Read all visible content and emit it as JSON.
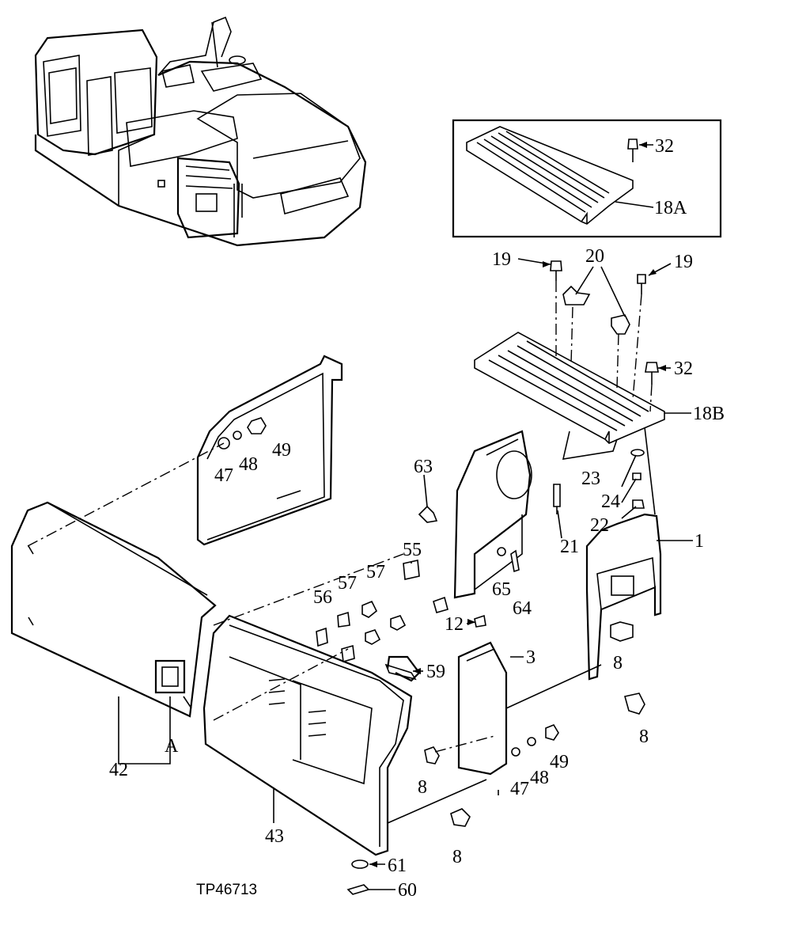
{
  "figure_id": "TP46713",
  "callouts": {
    "c1": "1",
    "c3": "3",
    "c8a": "8",
    "c8b": "8",
    "c8c": "8",
    "c8d": "8",
    "c12": "12",
    "c18A": "18A",
    "c18B": "18B",
    "c19a": "19",
    "c19b": "19",
    "c20": "20",
    "c21": "21",
    "c22": "22",
    "c23": "23",
    "c24": "24",
    "c32a": "32",
    "c32b": "32",
    "c42": "42",
    "c43": "43",
    "c47a": "47",
    "c47b": "47",
    "c48a": "48",
    "c48b": "48",
    "c49a": "49",
    "c49b": "49",
    "c55": "55",
    "c56": "56",
    "c57a": "57",
    "c57b": "57",
    "c59": "59",
    "c60": "60",
    "c61": "61",
    "c63": "63",
    "c64": "64",
    "c65": "65",
    "cA": "A"
  }
}
